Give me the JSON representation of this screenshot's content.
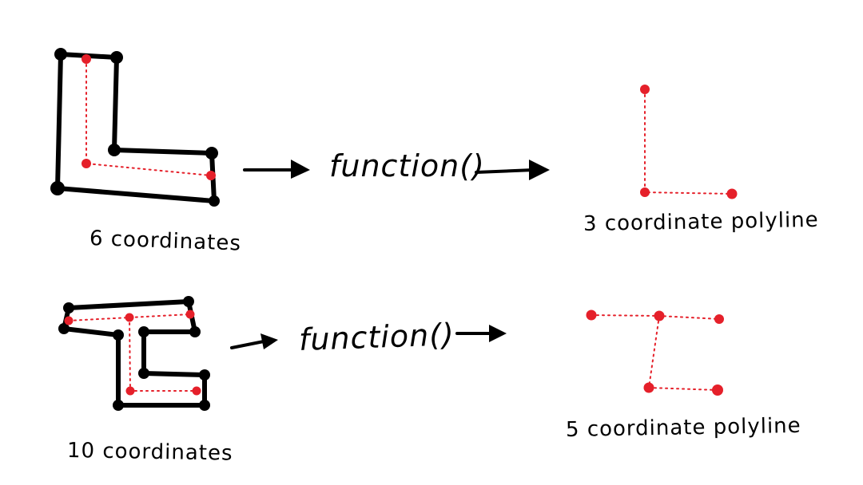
{
  "colors": {
    "outline": "#000000",
    "vertex": "#000000",
    "polyline": "#e5202a",
    "background": "#ffffff"
  },
  "row1": {
    "input_label": "6 coordinates",
    "function_label": "function()",
    "output_label": "3 coordinate polyline"
  },
  "row2": {
    "input_label": "10 coordinates",
    "function_label": "function()",
    "output_label": "5 coordinate polyline"
  }
}
